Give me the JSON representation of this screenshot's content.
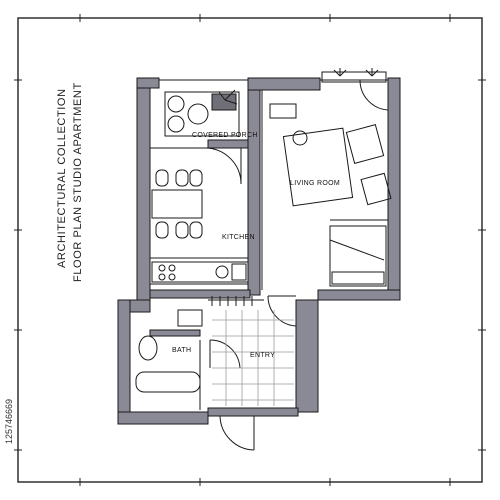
{
  "title": {
    "line1": "ARCHITECTURAL COLLECTION",
    "line2": "FLOOR PLAN STUDIO APARTMENT"
  },
  "rooms": {
    "covered_porch": "COVERED PORCH",
    "living_room": "LIVING ROOM",
    "kitchen": "KITCHEN",
    "bath": "BATH",
    "entry": "ENTRY"
  },
  "stock_id": "125746669",
  "colors": {
    "wall": "#8a8a96",
    "line": "#1a1a1a",
    "paper": "#ffffff"
  }
}
